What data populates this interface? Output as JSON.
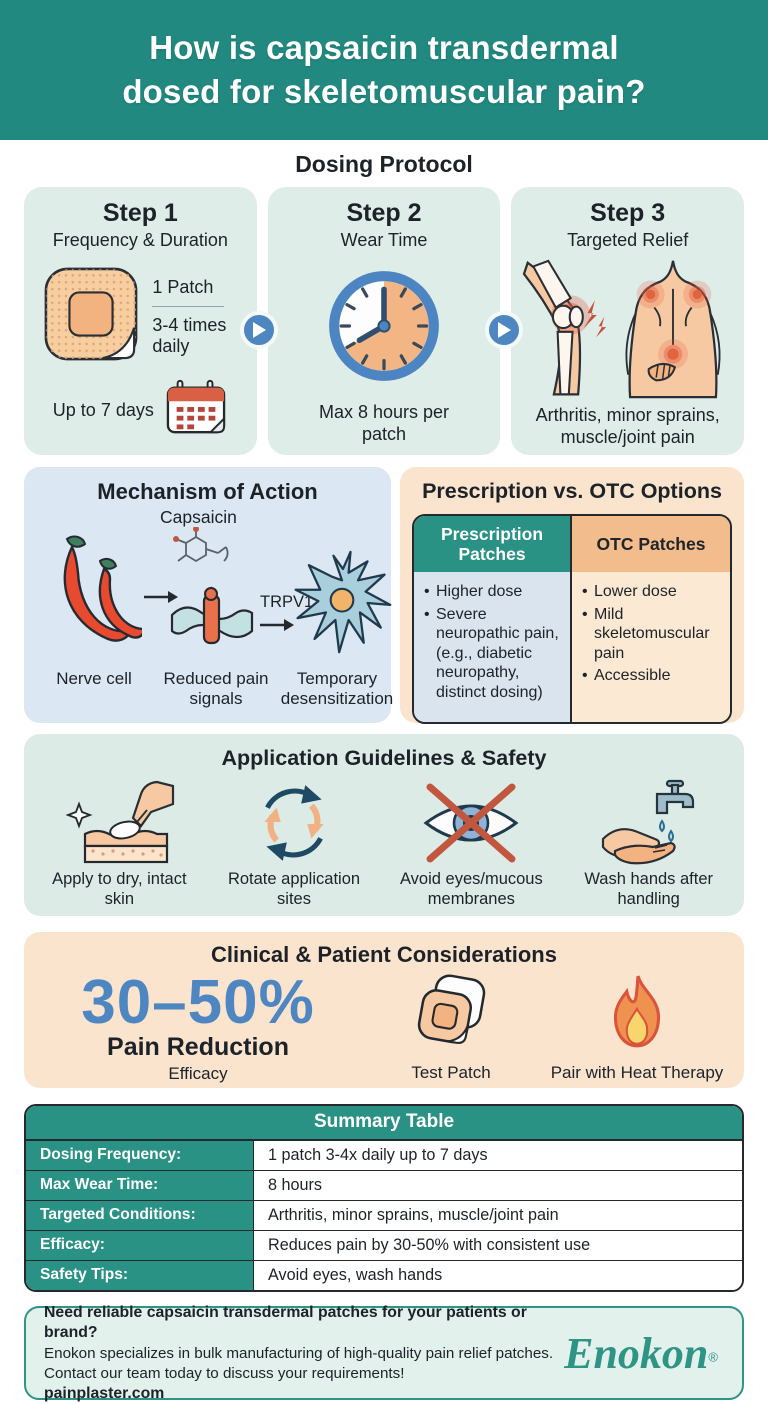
{
  "header": {
    "title_line1": "How is capsaicin transdermal",
    "title_line2": "dosed for skeletomuscular pain?"
  },
  "colors": {
    "teal": "#218980",
    "table_teal": "#2A9185",
    "mint_card": "#DFEDE9",
    "blue_card": "#DBE7F2",
    "peach_card": "#FBE4CE",
    "otc_header_orange": "#F2BC8C",
    "accent_blue": "#4E86C2",
    "alert_red": "#C2573F"
  },
  "dosing_protocol": {
    "title": "Dosing Protocol",
    "steps": [
      {
        "step": "Step 1",
        "subtitle": "Frequency & Duration",
        "icon": "patch-icon",
        "patch_label": "1 Patch",
        "frequency": "3-4 times daily",
        "duration": "Up to 7 days",
        "duration_icon": "calendar-icon"
      },
      {
        "step": "Step 2",
        "subtitle": "Wear Time",
        "icon": "clock-icon",
        "caption": "Max 8 hours per patch"
      },
      {
        "step": "Step 3",
        "subtitle": "Targeted Relief",
        "icon": "body-pain-icon",
        "caption": "Arthritis, minor sprains, muscle/joint pain"
      }
    ]
  },
  "mechanism": {
    "title": "Mechanism of Action",
    "molecule_label": "Capsaicin",
    "receptor_label": "TRPV1",
    "labels": [
      "Nerve cell",
      "Reduced pain signals",
      "Temporary desensitization"
    ],
    "icons": [
      "chili-peppers-icon",
      "molecule-icon",
      "receptor-icon",
      "neuron-icon"
    ]
  },
  "rx_otc": {
    "title": "Prescription vs. OTC Options",
    "columns": [
      {
        "header": "Prescription Patches",
        "items": [
          "Higher dose",
          "Severe neuropathic pain, (e.g., diabetic neuropathy, distinct dosing)"
        ]
      },
      {
        "header": "OTC Patches",
        "items": [
          "Lower dose",
          "Mild skeletomuscular pain",
          "Accessible"
        ]
      }
    ]
  },
  "guidelines": {
    "title": "Application Guidelines & Safety",
    "items": [
      {
        "caption": "Apply to dry, intact skin",
        "icon": "apply-skin-icon"
      },
      {
        "caption": "Rotate application sites",
        "icon": "rotate-arrows-icon"
      },
      {
        "caption": "Avoid eyes/mucous membranes",
        "icon": "no-eyes-icon"
      },
      {
        "caption": "Wash hands after handling",
        "icon": "wash-hands-icon"
      }
    ]
  },
  "clinical": {
    "title": "Clinical & Patient Considerations",
    "stat": "30–50%",
    "stat_label": "Pain Reduction",
    "stat_sublabel": "Efficacy",
    "items": [
      {
        "caption": "Test Patch",
        "icon": "test-patch-icon"
      },
      {
        "caption": "Pair with Heat Therapy",
        "icon": "flame-icon"
      }
    ]
  },
  "summary_table": {
    "title": "Summary Table",
    "rows": [
      {
        "label": "Dosing Frequency:",
        "value": "1 patch 3-4x daily up to 7 days"
      },
      {
        "label": "Max Wear Time:",
        "value": "8 hours"
      },
      {
        "label": "Targeted Conditions:",
        "value": "Arthritis, minor sprains, muscle/joint pain"
      },
      {
        "label": "Efficacy:",
        "value": "Reduces pain by 30-50% with consistent use"
      },
      {
        "label": "Safety Tips:",
        "value": "Avoid eyes, wash hands"
      }
    ]
  },
  "footer": {
    "line1": "Need reliable capsaicin transdermal patches for your patients or brand?",
    "line2": "Enokon specializes in bulk manufacturing of high-quality pain relief patches.",
    "line3": "Contact our team today to discuss your requirements!",
    "line4": "painplaster.com",
    "logo": "Enokon",
    "logo_reg": "®"
  }
}
